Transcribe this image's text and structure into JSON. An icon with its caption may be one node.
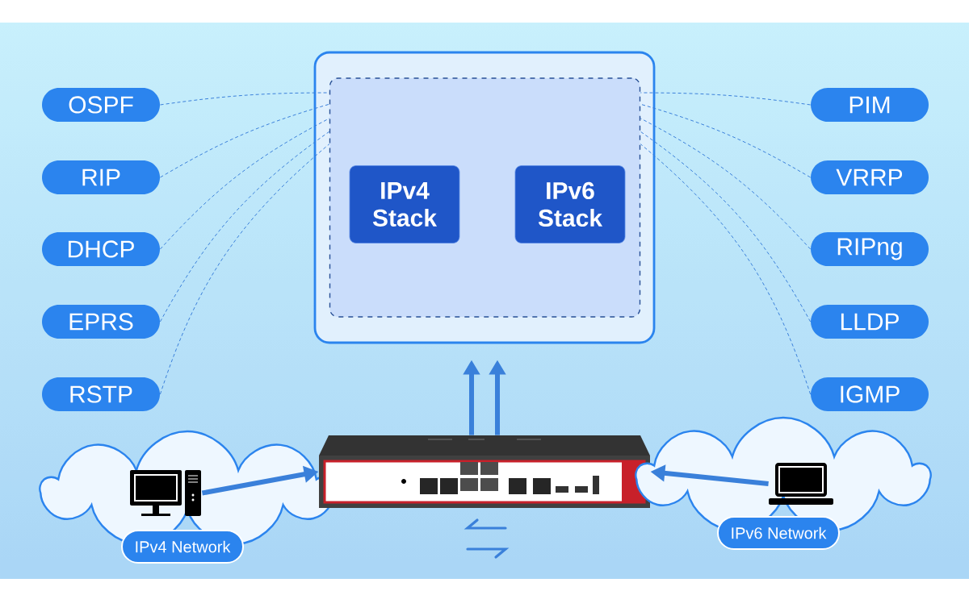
{
  "diagram": {
    "nodes": [
      {
        "text": [],
        "shape": "box"
      },
      {
        "text": [],
        "shape": "box",
        "in": 0
      },
      {
        "text": [
          "IPv4 Stack"
        ],
        "in": 1
      },
      {
        "text": [
          "IPv6 Stack"
        ],
        "in": 1
      },
      {
        "text": [
          "OSPF"
        ]
      },
      {
        "text": [
          "RIP"
        ]
      },
      {
        "text": [
          "DHCP"
        ]
      },
      {
        "text": [
          "EPRS"
        ]
      },
      {
        "text": [
          "RSTP"
        ]
      },
      {
        "text": [
          "PIM"
        ]
      },
      {
        "text": [
          "VRRP"
        ]
      },
      {
        "text": [
          "RIPng"
        ]
      },
      {
        "text": [
          "LLDP"
        ]
      },
      {
        "text": [
          "IGMP"
        ]
      },
      {
        "text": [
          "IPv4 Network"
        ]
      },
      {
        "text": [],
        "shape": "picture",
        "in": 14
      },
      {
        "text": [],
        "shape": "picture"
      },
      {
        "text": [
          "IPv6 Network"
        ]
      },
      {
        "text": [],
        "shape": "picture",
        "in": 17
      }
    ],
    "edges": [
      {
        "from": 4,
        "to": 1,
        "arrow": "none",
        "style": "dashed"
      },
      {
        "from": 5,
        "to": 1,
        "arrow": "none",
        "style": "dashed"
      },
      {
        "from": 6,
        "to": 1,
        "arrow": "none",
        "style": "dashed"
      },
      {
        "from": 7,
        "to": 1,
        "arrow": "none",
        "style": "dashed"
      },
      {
        "from": 8,
        "to": 1,
        "arrow": "none",
        "style": "dashed"
      },
      {
        "from": 9,
        "to": 1,
        "arrow": "none",
        "style": "dashed"
      },
      {
        "from": 10,
        "to": 1,
        "arrow": "none",
        "style": "dashed"
      },
      {
        "from": 11,
        "to": 1,
        "arrow": "none",
        "style": "dashed"
      },
      {
        "from": 12,
        "to": 1,
        "arrow": "none",
        "style": "dashed"
      },
      {
        "from": 13,
        "to": 1,
        "arrow": "none",
        "style": "dashed"
      },
      {
        "from": 16,
        "to": 0,
        "arrow": "to",
        "style": "thick"
      },
      {
        "from": 16,
        "to": 0,
        "arrow": "to",
        "style": "thick"
      },
      {
        "from": 15,
        "to": 16,
        "arrow": "to",
        "style": "thick"
      },
      {
        "from": 18,
        "to": 16,
        "arrow": "to",
        "style": "thick"
      }
    ]
  }
}
